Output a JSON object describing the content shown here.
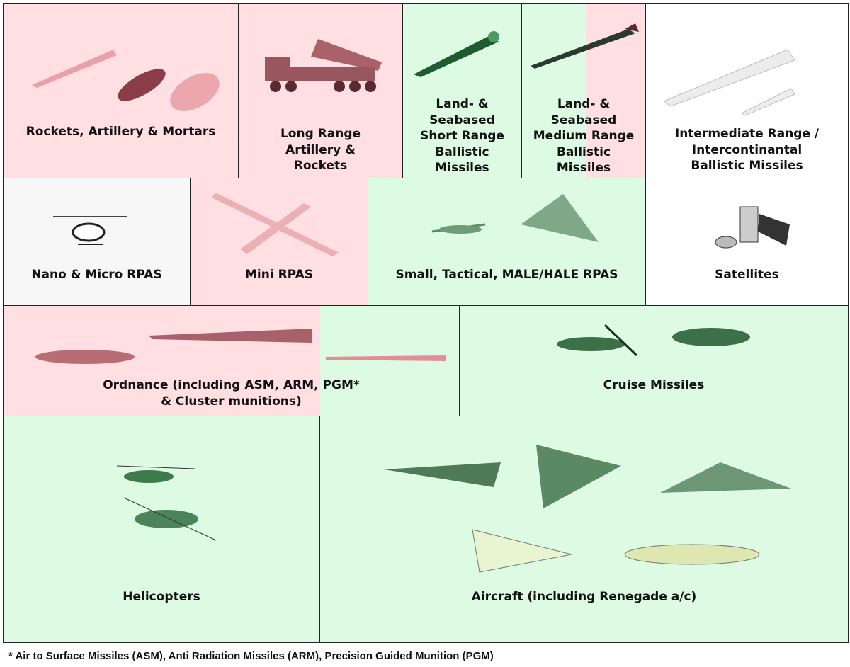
{
  "cells": [
    {
      "label": "Rockets, Artillery & Mortars"
    },
    {
      "label": "Long Range\nArtillery &\nRockets"
    },
    {
      "label": "Land- &\nSeabased\nShort Range\nBallistic\nMissiles"
    },
    {
      "label": "Land- &\nSeabased\nMedium Range\nBallistic\nMissiles"
    },
    {
      "label": "Intermediate Range /\nIntercontinantal\nBallistic Missiles"
    },
    {
      "label": "Nano & Micro RPAS"
    },
    {
      "label": "Mini RPAS"
    },
    {
      "label": "Small, Tactical, MALE/HALE RPAS"
    },
    {
      "label": "Satellites"
    },
    {
      "label": "Ordnance (including ASM, ARM, PGM*\n& Cluster munitions)"
    },
    {
      "label": "Cruise Missiles"
    },
    {
      "label": "Helicopters"
    },
    {
      "label": "Aircraft (including Renegade a/c)"
    }
  ],
  "footnote": "* Air to Surface Missiles  (ASM), Anti Radiation Missiles  (ARM), Precision Guided Munition  (PGM)",
  "colors": {
    "pink": "#ffdfe2",
    "green": "#dcfbe2",
    "border": "#222222"
  }
}
